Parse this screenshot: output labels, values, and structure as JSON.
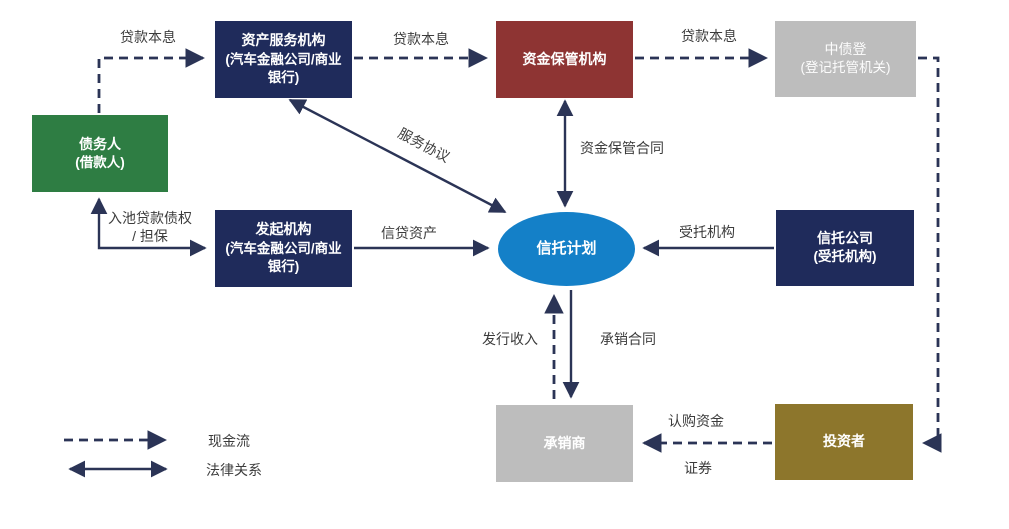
{
  "diagram": {
    "type": "flowchart",
    "nodes": {
      "asset_servicer": {
        "title": "资产服务机构",
        "subtitle": "(汽车金融公司/商业银行)",
        "color": "#1F2B5B"
      },
      "fund_custodian": {
        "title": "资金保管机构",
        "color": "#8E3433"
      },
      "ccdc": {
        "title": "中债登",
        "subtitle": "(登记托管机关)",
        "color": "#BDBDBD"
      },
      "debtor": {
        "title": "债务人",
        "subtitle": "(借款人)",
        "color": "#2E7D43"
      },
      "originator": {
        "title": "发起机构",
        "subtitle": "(汽车金融公司/商业银行)",
        "color": "#1F2B5B"
      },
      "trust_plan": {
        "title": "信托计划",
        "color": "#1480C8"
      },
      "trust_company": {
        "title": "信托公司",
        "subtitle": "(受托机构)",
        "color": "#1F2B5B"
      },
      "underwriter": {
        "title": "承销商",
        "color": "#BDBDBD"
      },
      "investor": {
        "title": "投资者",
        "color": "#8D762C"
      }
    },
    "edge_labels": {
      "loan_pi_1": "贷款本息",
      "loan_pi_2": "贷款本息",
      "loan_pi_3": "贷款本息",
      "service_agreement": "服务协议",
      "custody_contract": "资金保管合同",
      "trustee": "受托机构",
      "credit_assets": "信贷资产",
      "pooled_loan_line1": "入池贷款债权",
      "pooled_loan_line2": "/ 担保",
      "issuance_income": "发行收入",
      "underwriting_contract": "承销合同",
      "subscription_funds": "认购资金",
      "securities": "证券"
    },
    "legend": {
      "cash_flow": "现金流",
      "legal_relation": "法律关系"
    },
    "colors": {
      "line": "#2B3456",
      "label_text": "#3C3C3C",
      "background": "#FFFFFF"
    }
  }
}
